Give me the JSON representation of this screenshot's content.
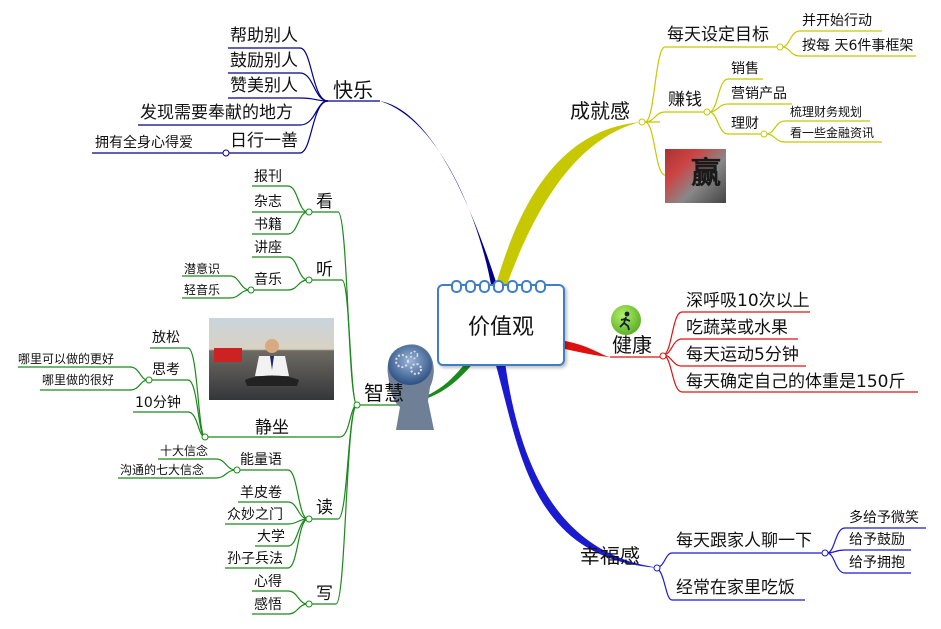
{
  "center": "价值观",
  "happiness": {
    "title": "快乐",
    "items": [
      "帮助别人",
      "鼓励别人",
      "赞美别人",
      "发现需要奉献的地方",
      "日行一善"
    ],
    "good_deed_child": "拥有全身心得爱"
  },
  "achievement": {
    "title": "成就感",
    "goal": "每天设定目标",
    "goal_children": [
      "并开始行动",
      "按每 天6件事框架"
    ],
    "money": "赚钱",
    "money_children": [
      "销售",
      "营销产品",
      "理财"
    ],
    "finance_children": [
      "梳理财务规划",
      "看一些金融资讯"
    ],
    "image_text": "赢"
  },
  "health": {
    "title": "健康",
    "items": [
      "深呼吸10次以上",
      "吃蔬菜或水果",
      "每天运动5分钟",
      "每天确定自己的体重是150斤"
    ]
  },
  "family": {
    "title": "幸福感",
    "chat": "每天跟家人聊一下",
    "chat_children": [
      "多给予微笑",
      "给予鼓励",
      "给予拥抱"
    ],
    "dinner": "经常在家里吃饭"
  },
  "wisdom": {
    "title": "智慧",
    "look": "看",
    "look_items": [
      "报刊",
      "杂志",
      "书籍"
    ],
    "listen": "听",
    "listen_items": [
      "讲座",
      "音乐"
    ],
    "music_items": [
      "潜意识",
      "轻音乐"
    ],
    "sit": "静坐",
    "sit_items": [
      "放松",
      "思考",
      "10分钟"
    ],
    "think_items": [
      "哪里可以做的更好",
      "哪里做的很好"
    ],
    "read": "读",
    "energy": "能量语",
    "energy_items": [
      "十大信念",
      "沟通的七大信念"
    ],
    "read_items": [
      "羊皮卷",
      "众妙之门",
      "大学",
      "孙子兵法"
    ],
    "write": "写",
    "write_items": [
      "心得",
      "感悟"
    ]
  },
  "colors": {
    "happiness": "#00008b",
    "achievement": "#c8c800",
    "health": "#e01010",
    "family": "#1a1ad0",
    "wisdom": "#1a8a1a",
    "center_border": "#3f7fc9"
  }
}
